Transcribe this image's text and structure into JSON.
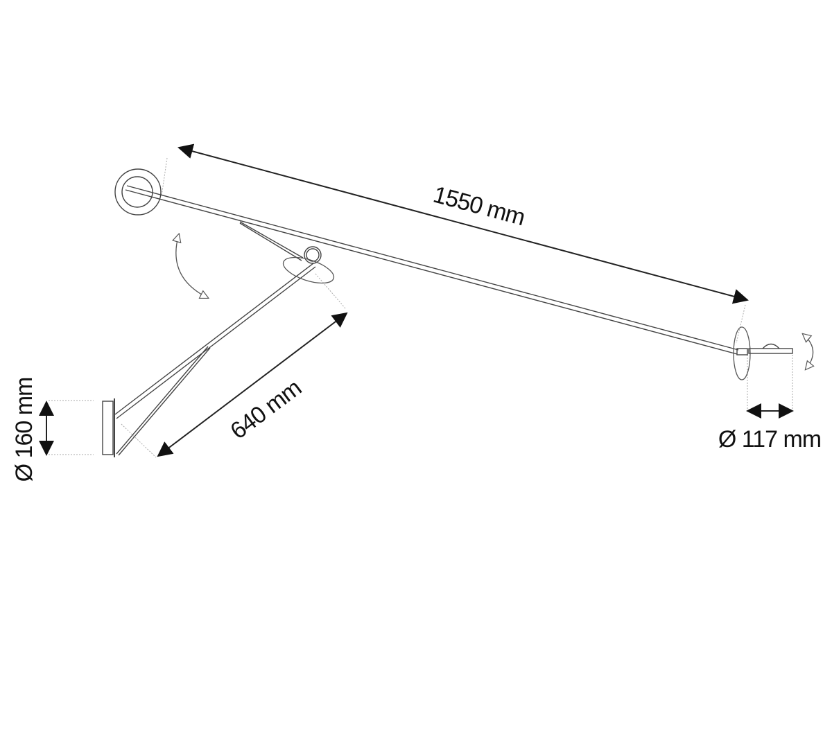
{
  "dimensions": {
    "arm_length": "1550 mm",
    "lower_arm_length": "640 mm",
    "base_diameter": "Ø 160 mm",
    "head_diameter": "Ø 117 mm"
  },
  "colors": {
    "line": "#444444",
    "arrow": "#111111"
  }
}
